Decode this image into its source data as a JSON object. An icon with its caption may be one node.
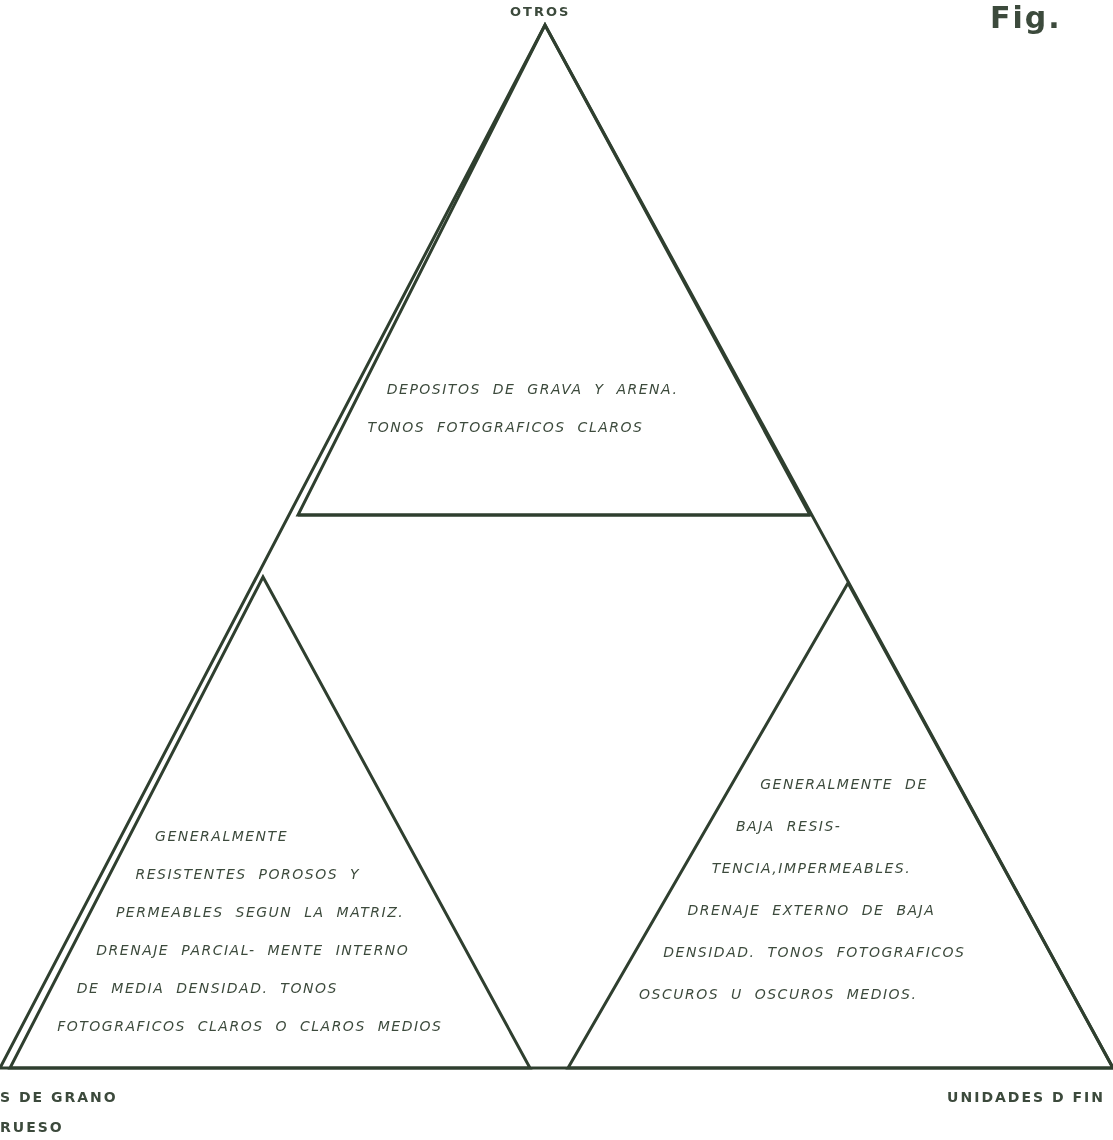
{
  "diagram": {
    "nodes": [
      {
        "text": [],
        "shape": "triangle"
      },
      {
        "text": [
          "DEPOSITOS DE GRAVA Y ARENA. TONOS FOTOGRAFICOS CLAROS"
        ],
        "in": 0
      },
      {
        "text": [
          "GENERALMENTE RESISTENTES POROSOS Y PERMEABLES SEGUN LA MATRIZ. DRENAJE PARCIAL- MENTE INTERNO DE MEDIA DENSIDAD. TONOS FOTOGRAFICOS CLAROS O CLAROS MEDIOS"
        ],
        "in": 0
      },
      {
        "text": [
          "GENERALMENTE DE BAJA RESIS- TENCIA,IMPERMEABLES. DRENAJE EXTERNO DE BAJA DENSIDAD. TONOS FOTOGRAFICOS OSCUROS U OSCUROS MEDIOS."
        ],
        "in": 0
      }
    ],
    "labels": [
      "Fig.",
      "OTROS",
      "S DE GRANO RUESO",
      "UNIDADES D FIN"
    ]
  }
}
